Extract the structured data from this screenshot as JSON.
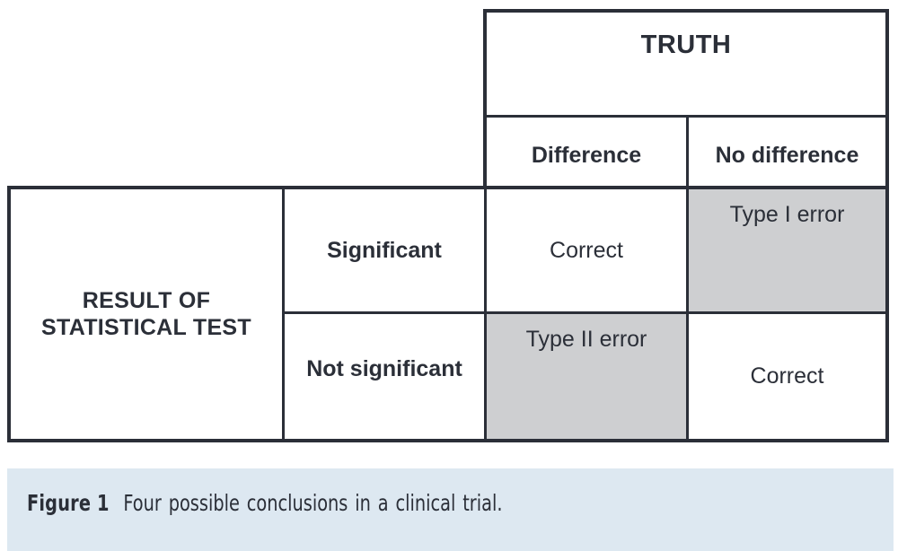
{
  "figure": {
    "caption_label": "Figure 1",
    "caption_text": "Four possible conclusions in a clinical trial.",
    "caption_band_color": "#dde8f1"
  },
  "table": {
    "column_group_header": "TRUTH",
    "row_group_header": "RESULT OF STATISTICAL TEST",
    "column_headers": [
      "Difference",
      "No difference"
    ],
    "row_headers": [
      "Significant",
      "Not significant"
    ],
    "cells": [
      {
        "value": "Correct",
        "shaded": false,
        "align": "center"
      },
      {
        "value": "Type I error",
        "shaded": true,
        "align": "top"
      },
      {
        "value": "Type II error",
        "shaded": true,
        "align": "top"
      },
      {
        "value": "Correct",
        "shaded": false,
        "align": "center"
      }
    ],
    "border_color": "#2b2f38",
    "shaded_cell_color": "#cecfd1",
    "cell_background": "#ffffff"
  }
}
